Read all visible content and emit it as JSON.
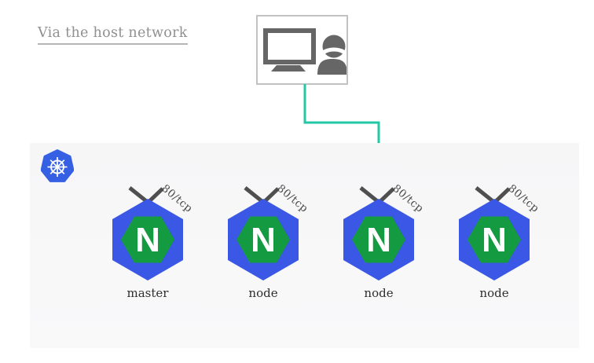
{
  "title": {
    "text": "Via the host network"
  },
  "client": {
    "icon": "workstation-with-user"
  },
  "arrow": {
    "color": "#23c8a6",
    "from": "client",
    "to": "node-3",
    "port": "80/tcp"
  },
  "cluster": {
    "platform_icon": "kubernetes-helm-logo",
    "background": "#f7f7f8",
    "nodes": [
      {
        "name": "master",
        "port": "80/tcp",
        "app_letter": "N"
      },
      {
        "name": "node",
        "port": "80/tcp",
        "app_letter": "N"
      },
      {
        "name": "node",
        "port": "80/tcp",
        "app_letter": "N"
      },
      {
        "name": "node",
        "port": "80/tcp",
        "app_letter": "N"
      }
    ]
  },
  "colors": {
    "hexagon_blue": "#3a57e6",
    "nginx_green": "#149a40",
    "kubernetes_blue": "#3660e3",
    "arrow_teal": "#23c8a6",
    "title_gray": "#909090",
    "node_label_dark": "#2e2e2e",
    "port_label_gray": "#4a4a4a",
    "icon_gray": "#666666"
  }
}
